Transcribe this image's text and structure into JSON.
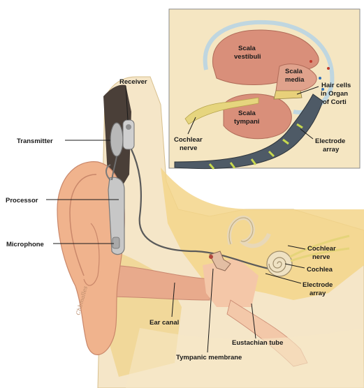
{
  "labels": {
    "receiver": "Receiver",
    "transmitter": "Transmitter",
    "processor": "Processor",
    "microphone": "Microphone",
    "cochlear_nerve_l1": "Cochlear",
    "cochlear_nerve_l2": "nerve",
    "cochlea": "Cochlea",
    "electrode_l1": "Electrode",
    "electrode_l2": "array",
    "ear_canal": "Ear canal",
    "eustachian_tube": "Eustachian tube",
    "tympanic_membrane": "Tympanic membrane"
  },
  "inset": {
    "scala_vestibuli_l1": "Scala",
    "scala_vestibuli_l2": "vestibuli",
    "scala_media_l1": "Scala",
    "scala_media_l2": "media",
    "scala_tympani_l1": "Scala",
    "scala_tympani_l2": "tympani",
    "hair_cells_l1": "Hair cells",
    "hair_cells_l2": "in Organ",
    "hair_cells_l3": "of Corti",
    "cochlear_nerve_l1": "Cochlear",
    "cochlear_nerve_l2": "nerve",
    "electrode_l1": "Electrode",
    "electrode_l2": "array"
  },
  "signature": "Chbmalles"
}
